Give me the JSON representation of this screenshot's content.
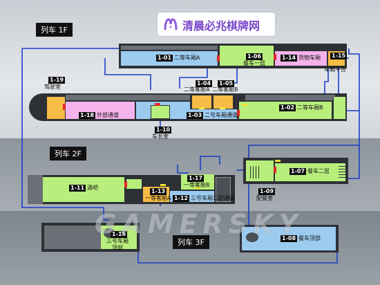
{
  "brand": {
    "site_name": "清晨必兆棋牌网",
    "logo_icon": "purple-m-logo-icon",
    "watermark": "GAMERSKY"
  },
  "floors": {
    "f1": "列车 1F",
    "f2": "列车 2F",
    "f3": "列车 3F"
  },
  "rooms": {
    "r101": {
      "id": "1-01",
      "name": "二等车厢A"
    },
    "r102": {
      "id": "1-02",
      "name": "二等车厢B"
    },
    "r103": {
      "id": "1-03",
      "name": "二号车厢通道"
    },
    "r104": {
      "id": "1-04",
      "name": "二等客舱A"
    },
    "r105": {
      "id": "1-05",
      "name": "二等客舱B"
    },
    "r106": {
      "id": "1-06",
      "name": "餐车一层"
    },
    "r107": {
      "id": "1-07",
      "name": "餐车二层"
    },
    "r108": {
      "id": "1-08",
      "name": "餐车顶部"
    },
    "r109": {
      "id": "1-09",
      "name": "配餐室"
    },
    "r110": {
      "id": "1-10",
      "name": "车长室"
    },
    "r111": {
      "id": "1-11",
      "name": "酒吧"
    },
    "r112": {
      "id": "1-12",
      "name": "三号车厢二层通道"
    },
    "r113": {
      "id": "1-13",
      "name": "一等客舱A"
    },
    "r114": {
      "id": "1-14",
      "name": "货物车厢"
    },
    "r115": {
      "id": "1-15",
      "name": "车厢平台"
    },
    "r116": {
      "id": "1-16",
      "name": "三号车厢顶部"
    },
    "r117": {
      "id": "1-17",
      "name": "一等客舱B"
    },
    "r118": {
      "id": "1-18",
      "name": "外部通道"
    },
    "r119": {
      "id": "1-19",
      "name": "驾驶室"
    }
  },
  "colors": {
    "blue_room": "#9ccbf0",
    "green_room": "#b8ef7c",
    "pink_room": "#f5b3ec",
    "orange_room": "#f7bc45",
    "wall": "#2d3035",
    "floor_dark": "#6b7076",
    "route_line": "#1a3ec8",
    "background": "#d6dbe0"
  }
}
